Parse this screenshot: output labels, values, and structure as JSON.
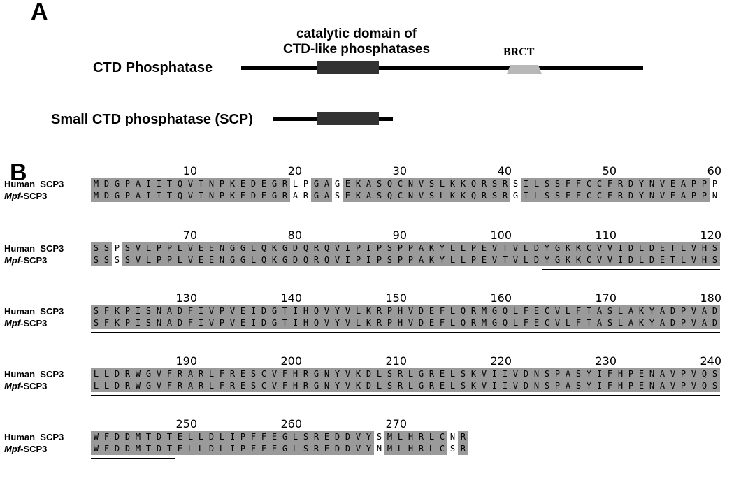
{
  "panel_a": {
    "label": "A",
    "domain_label_line1": "catalytic domain of",
    "domain_label_line2": "CTD-like phosphatases",
    "brct_label": "BRCT",
    "protein1_name": "CTD Phosphatase",
    "protein2_name": "Small CTD phosphatase (SCP)"
  },
  "panel_b": {
    "label": "B",
    "species": [
      {
        "label": "Human  SCP3",
        "italic_prefix": "",
        "suffix": ""
      },
      {
        "label": "",
        "italic_prefix": "Mpf",
        "suffix": "-SCP3"
      }
    ],
    "blocks": [
      {
        "start": 1,
        "human": "MDGPAIITQVTNPKEDEGRLPGAGEKASQCNVSLKKQRSRSILSSFFCCFRDYNVEAPPP",
        "mpf": "MDGPAIITQVTNPKEDEGRARGASEKASQCNVSLKKQRSRGILSSFFCCFRDYNVEAPPN",
        "numbers": [
          "10",
          "20",
          "30",
          "40",
          "50",
          "60"
        ],
        "underline": null
      },
      {
        "start": 61,
        "human": "SSPSVLPPLVEENGGLQKGDQRQVIPIPSPPAKYLLPEVTVLDYGKKCVVIDLDETLVHS",
        "mpf": "SSSSVLPPLVEENGGLQKGDQRQVIPIPSPPAKYLLPEVTVLDYGKKCVVIDLDETLVHS",
        "numbers": [
          "70",
          "80",
          "90",
          "100",
          "110",
          "120"
        ],
        "underline": [
          44,
          60
        ]
      },
      {
        "start": 121,
        "human": "SFKPISNADFIVPVEIDGTIHQVYVLKRPHVDEFLQRMGQLFECVLFTASLAKYADPVAD",
        "mpf": "SFKPISNADFIVPVEIDGTIHQVYVLKRPHVDEFLQRMGQLFECVLFTASLAKYADPVAD",
        "numbers": [
          "130",
          "140",
          "150",
          "160",
          "170",
          "180"
        ],
        "underline": [
          1,
          60
        ]
      },
      {
        "start": 181,
        "human": "LLDRWGVFRARLFRESCVFHRGNYVKDLSRLGRELSKVIIVDNSPASYIFHPENAVPVQS",
        "mpf": "LLDRWGVFRARLFRESCVFHRGNYVKDLSRLGRELSKVIIVDNSPASYIFHPENAVPVQS",
        "numbers": [
          "190",
          "200",
          "210",
          "220",
          "230",
          "240"
        ],
        "underline": [
          1,
          60
        ]
      },
      {
        "start": 241,
        "human": "WFDDMTDTELLDLIPFFEGLSREDDVYSMLHRLCNR",
        "mpf": "WFDDMTDTELLDLIPFFEGLSREDDVYNMLHRLCSR",
        "numbers": [
          "250",
          "260",
          "270"
        ],
        "underline": [
          1,
          8
        ]
      }
    ]
  }
}
